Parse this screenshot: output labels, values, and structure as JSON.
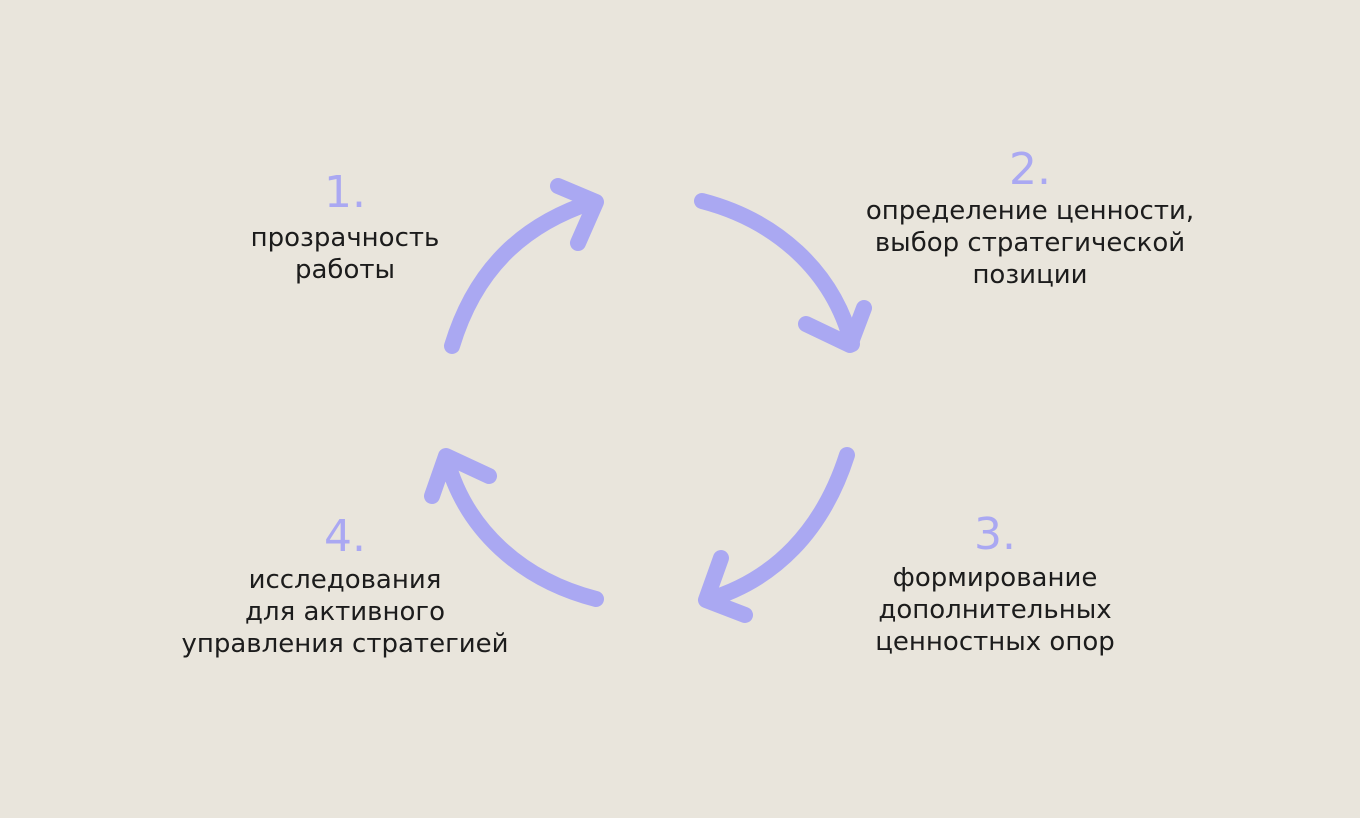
{
  "steps": [
    {
      "number": "1.",
      "text": "прозрачность\nработы"
    },
    {
      "number": "2.",
      "text": "определение ценности,\nвыбор стратегической\nпозиции"
    },
    {
      "number": "3.",
      "text": "формирование\nдополнительных\nценностных опор"
    },
    {
      "number": "4.",
      "text": "исследования\nдля активного\nуправления стратегией"
    }
  ],
  "colors": {
    "background": "#e9e5dc",
    "accent": "#aaa8f2",
    "text": "#1c1c1c"
  },
  "icons": [
    "arrow-1-icon",
    "arrow-2-icon",
    "arrow-3-icon",
    "arrow-4-icon"
  ]
}
